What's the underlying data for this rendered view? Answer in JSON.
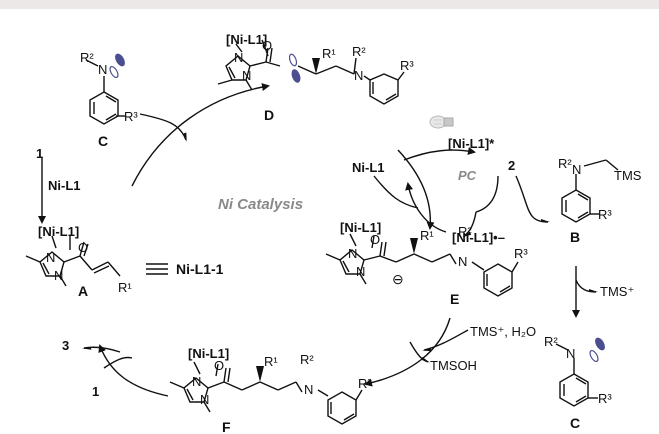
{
  "top_band_color": "#ece8e8",
  "line_color": "#111111",
  "orbital_color": "#4c4f8f",
  "center_label": "Ni Catalysis",
  "center_label_color": "#8a8a8a",
  "compounds": {
    "A": "A",
    "B": "B",
    "C_top": "C",
    "C_right": "C",
    "D": "D",
    "E": "E",
    "F": "F"
  },
  "species": {
    "ni_l1_bracket": "[Ni-L1]",
    "ni_l1": "Ni-L1",
    "ni_l1_star": "[Ni-L1]*",
    "ni_l1_radical_anion": "[Ni-L1]•–",
    "pc": "PC",
    "ni_l1_1": "Ni-L1-1",
    "tms": "TMS",
    "tms_plus": "TMS⁺",
    "tms_plus_water": "TMS⁺, H₂O",
    "tmsoh": "TMSOH"
  },
  "numbers": {
    "one_top": "1",
    "one_bottom": "1",
    "two": "2",
    "three": "3"
  },
  "atoms": {
    "N": "N",
    "O": "O",
    "R1": "R¹",
    "R2": "R²",
    "R3": "R³",
    "anion": "⊖"
  }
}
